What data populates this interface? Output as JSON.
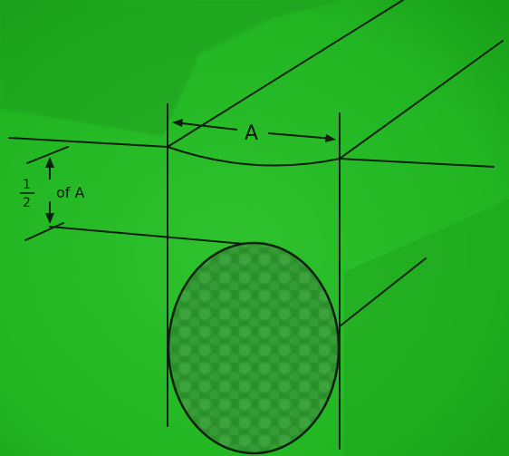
{
  "labels": {
    "width": "A",
    "half_num": "1",
    "half_den": "2",
    "half_of": "of A"
  },
  "colors": {
    "background": "#1fb31f",
    "line": "#0d1f0d",
    "text": "#0a1a0a",
    "ball_fill": "#2a8f2a",
    "ball_dot": "#45ad45"
  }
}
